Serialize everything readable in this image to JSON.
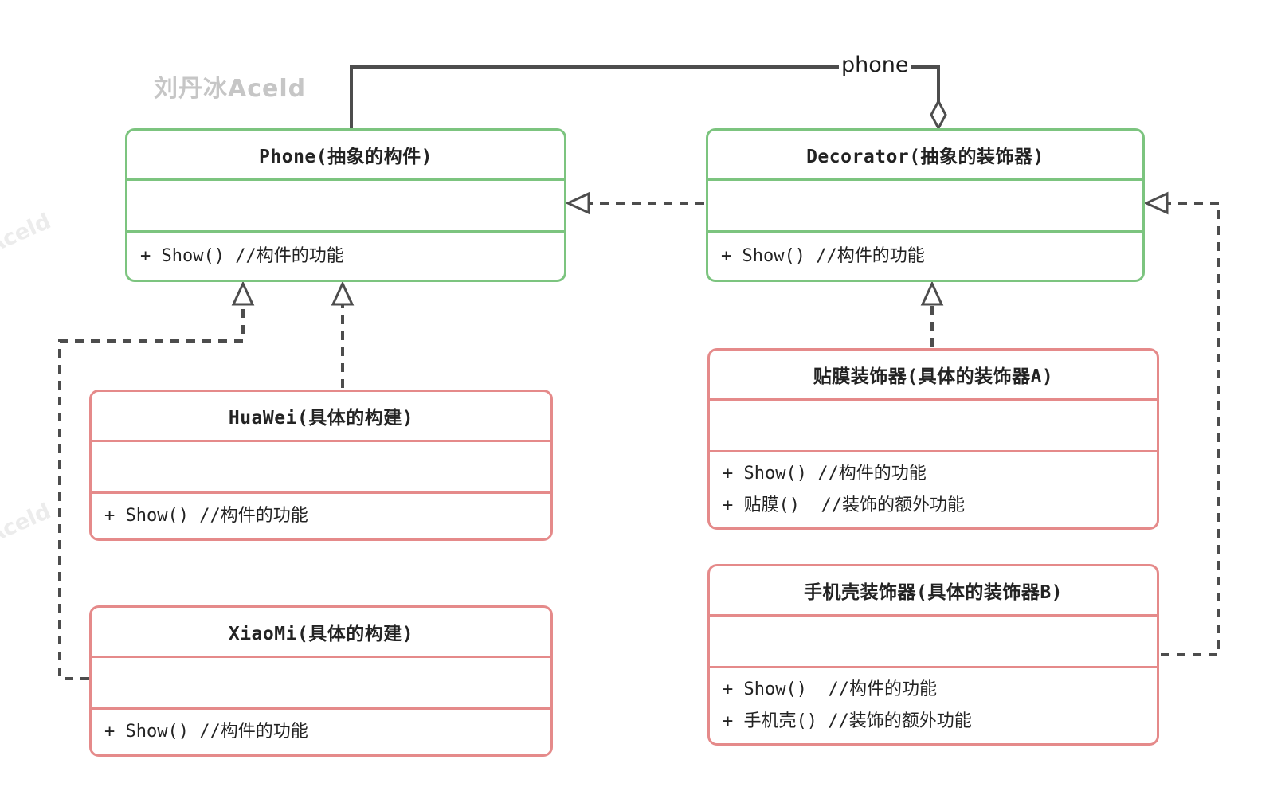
{
  "watermarks": {
    "main": "刘丹冰Aceld",
    "side_top": "Aceld",
    "side_bottom": "Aceld"
  },
  "association_label": "phone",
  "colors": {
    "abstract_border": "#7cc47f",
    "concrete_border": "#e58a8a",
    "connector": "#4d4d4d",
    "text": "#232323",
    "watermark_main": "#c6c6c6",
    "watermark_faint": "#ececec"
  },
  "classes": [
    {
      "id": "phone",
      "title": "Phone(抽象的构件)",
      "role": "abstract-component",
      "methods": [
        "+ Show() //构件的功能"
      ]
    },
    {
      "id": "decorator",
      "title": "Decorator(抽象的装饰器)",
      "role": "abstract-decorator",
      "methods": [
        "+ Show() //构件的功能"
      ]
    },
    {
      "id": "huawei",
      "title": "HuaWei(具体的构建)",
      "role": "concrete-component",
      "methods": [
        "+ Show() //构件的功能"
      ]
    },
    {
      "id": "xiaomi",
      "title": "XiaoMi(具体的构建)",
      "role": "concrete-component",
      "methods": [
        "+ Show() //构件的功能"
      ]
    },
    {
      "id": "film",
      "title": "贴膜装饰器(具体的装饰器A)",
      "role": "concrete-decorator",
      "methods": [
        "+ Show() //构件的功能",
        "+ 贴膜()  //装饰的额外功能"
      ]
    },
    {
      "id": "case",
      "title": "手机壳装饰器(具体的装饰器B)",
      "role": "concrete-decorator",
      "methods": [
        "+ Show()  //构件的功能",
        "+ 手机壳() //装饰的额外功能"
      ]
    }
  ],
  "relationships": [
    {
      "from": "Decorator",
      "to": "Phone",
      "type": "aggregation",
      "label": "phone",
      "line": "solid",
      "marker": "open-diamond at Decorator top"
    },
    {
      "from": "Decorator",
      "to": "Phone",
      "type": "realization",
      "label": "",
      "line": "dashed",
      "marker": "open-triangle at Phone right"
    },
    {
      "from": "HuaWei",
      "to": "Phone",
      "type": "realization",
      "label": "",
      "line": "dashed",
      "marker": "open-triangle at Phone bottom"
    },
    {
      "from": "XiaoMi",
      "to": "Phone",
      "type": "realization",
      "label": "",
      "line": "dashed",
      "marker": "open-triangle at Phone bottom"
    },
    {
      "from": "贴膜装饰器",
      "to": "Decorator",
      "type": "realization",
      "label": "",
      "line": "dashed",
      "marker": "open-triangle at Decorator bottom"
    },
    {
      "from": "手机壳装饰器",
      "to": "Decorator",
      "type": "realization",
      "label": "",
      "line": "dashed",
      "marker": "open-triangle at Decorator right"
    }
  ]
}
